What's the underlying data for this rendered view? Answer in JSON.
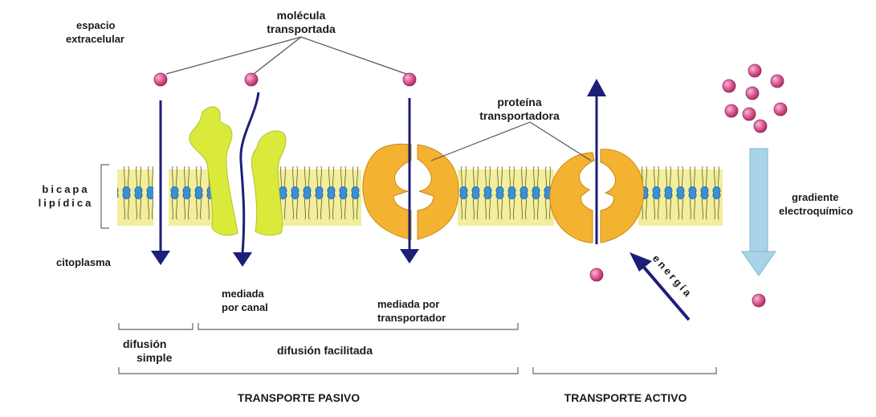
{
  "labels": {
    "espacio_line1": "espacio",
    "espacio_line2": "extracelular",
    "molecula_line1": "molécula",
    "molecula_line2": "transportada",
    "proteina_line1": "proteína",
    "proteina_line2": "transportadora",
    "bicapa_line1": "bicapa",
    "bicapa_line2": "lipídica",
    "citoplasma": "citoplasma",
    "gradiente_line1": "gradiente",
    "gradiente_line2": "electroquímico",
    "energia": "energía",
    "canal_line1": "mediada",
    "canal_line2": "por canal",
    "transportador_line1": "mediada por",
    "transportador_line2": "transportador",
    "simple_line1": "difusión",
    "simple_line2": "simple",
    "facilitada": "difusión facilitada",
    "pasivo": "TRANSPORTE PASIVO",
    "activo": "TRANSPORTE ACTIVO"
  },
  "colors": {
    "membrane_fill": "#f2ee9c",
    "head": "#3b8fd6",
    "tail": "#7a7a40",
    "arrow": "#1c1f78",
    "molecule": "#d94f8e",
    "channel": "#d9ea3a",
    "carrier": "#f3b230",
    "gradient_arrow": "#a9d3e6"
  }
}
